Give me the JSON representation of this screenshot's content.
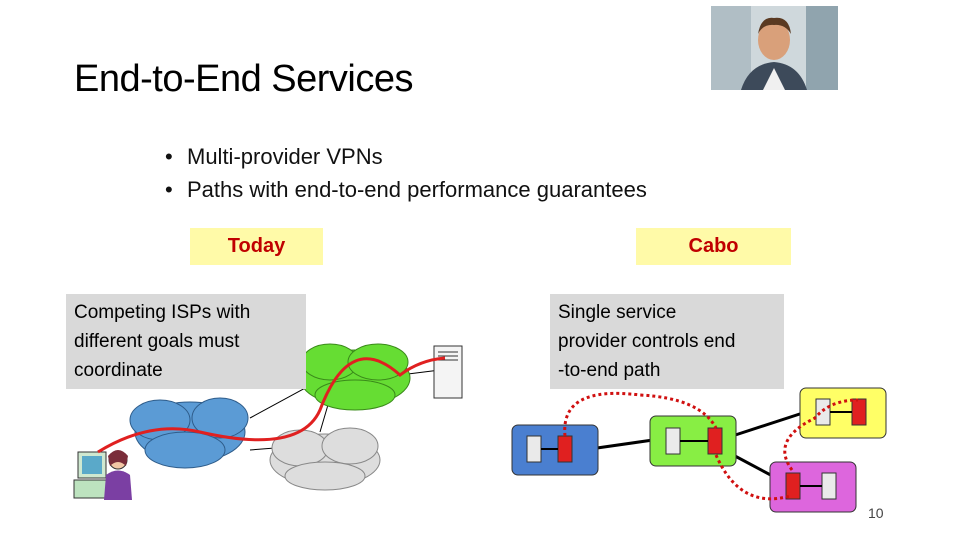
{
  "slide": {
    "title": "End-to-End Services",
    "bullets": [
      "Multi-provider VPNs",
      "Paths with end-to-end performance guarantees"
    ],
    "labels": {
      "today": "Today",
      "cabo": "Cabo"
    },
    "callouts": {
      "left": [
        "Competing ISPs with",
        "different goals must",
        "coordinate"
      ],
      "right": [
        "Single service",
        "provider controls end",
        "-to-end path"
      ]
    },
    "page_number": "10"
  },
  "colors": {
    "label_fill": "#fffaa8",
    "label_text": "#c00000",
    "callout_fill": "#d9d9d9",
    "path_red": "#e02020",
    "cloud_blue": "#5b9bd5",
    "cloud_green": "#66dd33",
    "cloud_gray": "#dddddd",
    "box_blue": "#4a7fd0",
    "box_green": "#88ee44",
    "box_yellow": "#ffff66",
    "box_magenta": "#dd66dd"
  },
  "icons": [
    "portrait-photo",
    "server-icon",
    "user-at-computer-icon",
    "router-icon"
  ]
}
